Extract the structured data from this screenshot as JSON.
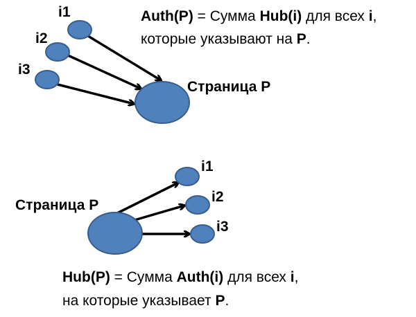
{
  "colors": {
    "node_fill": "#4f81bd",
    "node_stroke": "#385d8a",
    "arrow": "#000000"
  },
  "authority": {
    "nodes": [
      "i1",
      "i2",
      "i3"
    ],
    "page_label": "Страница P",
    "formula": {
      "line1": [
        {
          "text": "Auth(P)",
          "bold": true
        },
        {
          "text": " = Сумма ",
          "bold": false
        },
        {
          "text": "Hub(i)",
          "bold": true
        },
        {
          "text": " для всех ",
          "bold": false
        },
        {
          "text": "i",
          "bold": true
        },
        {
          "text": ",",
          "bold": false
        }
      ],
      "line2": [
        {
          "text": "которые указывают на ",
          "bold": false
        },
        {
          "text": "P",
          "bold": true
        },
        {
          "text": ".",
          "bold": false
        }
      ]
    }
  },
  "hub": {
    "nodes": [
      "i1",
      "i2",
      "i3"
    ],
    "page_label": "Страница P",
    "formula": {
      "line1": [
        {
          "text": "Hub(P)",
          "bold": true
        },
        {
          "text": " = Сумма ",
          "bold": false
        },
        {
          "text": "Auth(i)",
          "bold": true
        },
        {
          "text": " для всех ",
          "bold": false
        },
        {
          "text": "i",
          "bold": true
        },
        {
          "text": ",",
          "bold": false
        }
      ],
      "line2": [
        {
          "text": "на которые указывает ",
          "bold": false
        },
        {
          "text": "P",
          "bold": true
        },
        {
          "text": ".",
          "bold": false
        }
      ]
    }
  }
}
